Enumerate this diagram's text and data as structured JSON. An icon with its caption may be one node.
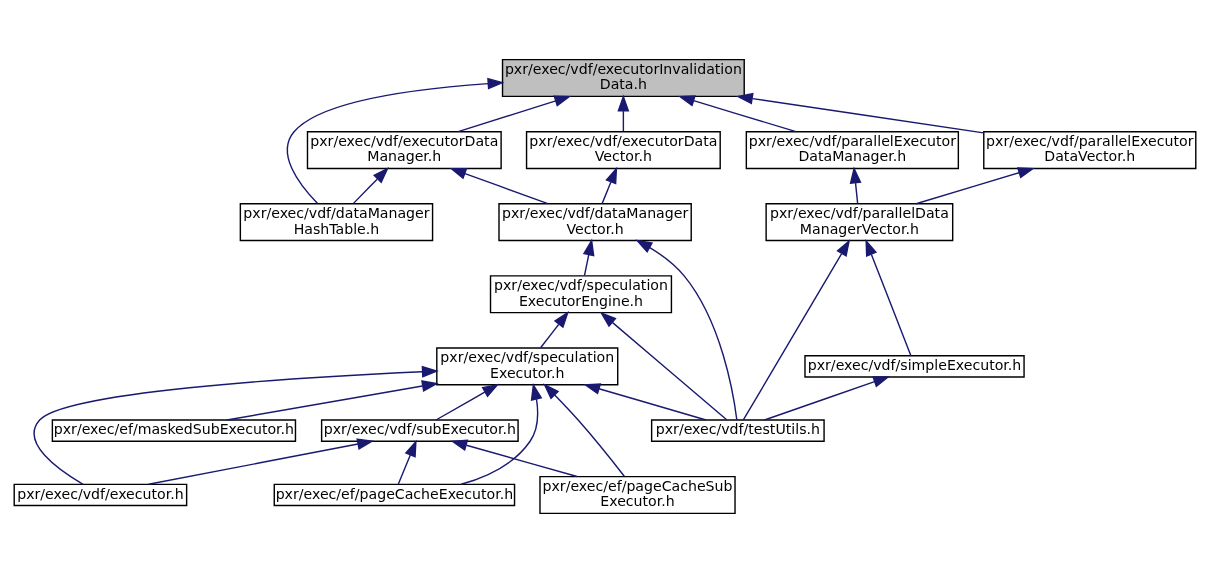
{
  "diagram": {
    "nodes": [
      {
        "text": [
          "pxr/exec/vdf/executorInvalidation Data.h"
        ]
      },
      {
        "text": [
          "pxr/exec/vdf/executorData Manager.h"
        ]
      },
      {
        "text": [
          "pxr/exec/vdf/executorData Vector.h"
        ]
      },
      {
        "text": [
          "pxr/exec/vdf/parallelExecutor DataVector.h"
        ]
      },
      {
        "text": [
          "pxr/exec/vdf/parallelExecutor DataManager.h"
        ]
      },
      {
        "text": [
          "pxr/exec/vdf/dataManager HashTable.h"
        ]
      },
      {
        "text": [
          "pxr/exec/vdf/dataManager Vector.h"
        ]
      },
      {
        "text": [
          "pxr/exec/vdf/parallelData ManagerVector.h"
        ]
      },
      {
        "text": [
          "pxr/exec/vdf/speculation ExecutorEngine.h"
        ]
      },
      {
        "text": [
          "pxr/exec/vdf/speculation Executor.h"
        ]
      },
      {
        "text": [
          "pxr/exec/vdf/simpleExecutor.h"
        ]
      },
      {
        "text": [
          "pxr/exec/vdf/subExecutor.h"
        ]
      },
      {
        "text": [
          "pxr/exec/ef/maskedSubExecutor.h"
        ]
      },
      {
        "text": [
          "pxr/exec/vdf/testUtils.h"
        ]
      },
      {
        "text": [
          "pxr/exec/vdf/executor.h"
        ]
      },
      {
        "text": [
          "pxr/exec/ef/pageCacheExecutor.h"
        ]
      },
      {
        "text": [
          "pxr/exec/ef/pageCacheSub Executor.h"
        ]
      }
    ],
    "edges": [
      {
        "from": 5,
        "to": 0,
        "arrow": "to"
      },
      {
        "from": 1,
        "to": 0,
        "arrow": "to"
      },
      {
        "from": 2,
        "to": 0,
        "arrow": "to"
      },
      {
        "from": 3,
        "to": 0,
        "arrow": "to"
      },
      {
        "from": 4,
        "to": 0,
        "arrow": "to"
      },
      {
        "from": 5,
        "to": 1,
        "arrow": "to"
      },
      {
        "from": 6,
        "to": 1,
        "arrow": "to"
      },
      {
        "from": 6,
        "to": 2,
        "arrow": "to"
      },
      {
        "from": 7,
        "to": 3,
        "arrow": "to"
      },
      {
        "from": 7,
        "to": 4,
        "arrow": "to"
      },
      {
        "from": 8,
        "to": 6,
        "arrow": "to"
      },
      {
        "from": 13,
        "to": 6,
        "arrow": "to"
      },
      {
        "from": 9,
        "to": 8,
        "arrow": "to"
      },
      {
        "from": 13,
        "to": 8,
        "arrow": "to"
      },
      {
        "from": 10,
        "to": 7,
        "arrow": "to"
      },
      {
        "from": 13,
        "to": 7,
        "arrow": "to"
      },
      {
        "from": 11,
        "to": 9,
        "arrow": "to"
      },
      {
        "from": 12,
        "to": 9,
        "arrow": "to"
      },
      {
        "from": 13,
        "to": 9,
        "arrow": "to"
      },
      {
        "from": 14,
        "to": 9,
        "arrow": "to"
      },
      {
        "from": 15,
        "to": 9,
        "arrow": "to"
      },
      {
        "from": 16,
        "to": 9,
        "arrow": "to"
      },
      {
        "from": 13,
        "to": 10,
        "arrow": "to"
      },
      {
        "from": 14,
        "to": 11,
        "arrow": "to"
      },
      {
        "from": 15,
        "to": 11,
        "arrow": "to"
      },
      {
        "from": 16,
        "to": 11,
        "arrow": "to"
      }
    ]
  }
}
